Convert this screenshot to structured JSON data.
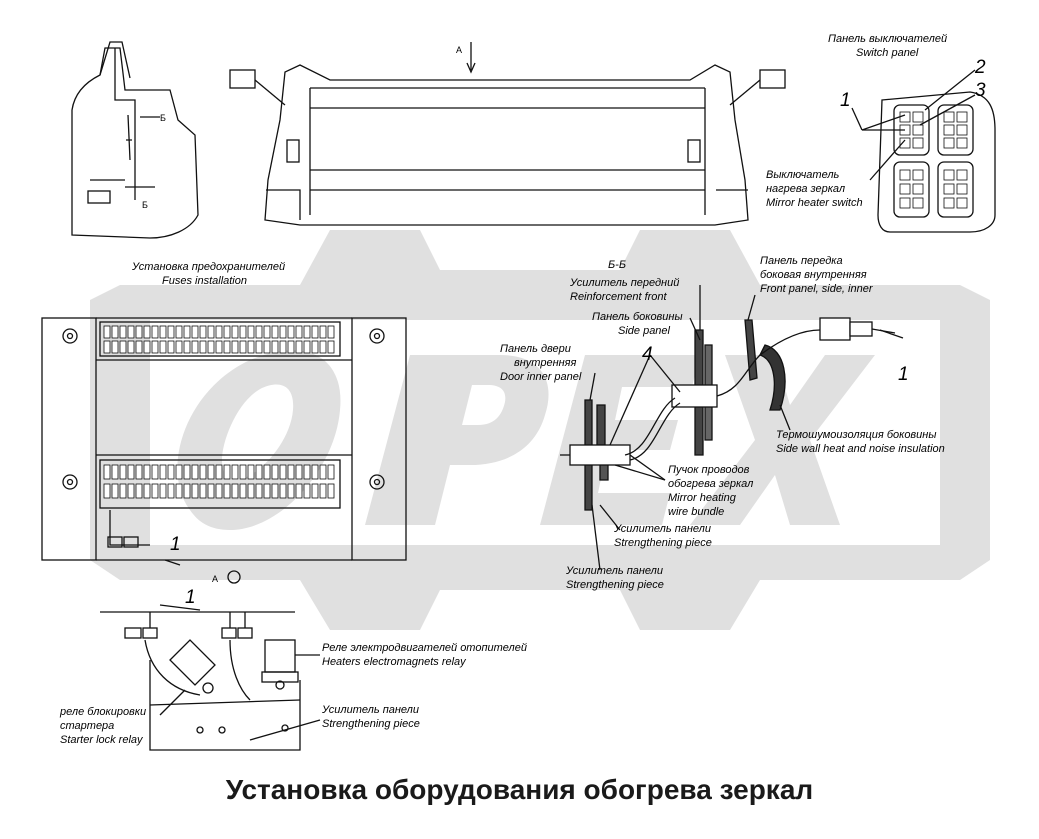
{
  "title": "Установка оборудования обогрева зеркал",
  "watermark": "OPEX",
  "colors": {
    "ink": "#111111",
    "watermark": "#d9d9d9",
    "background": "#ffffff"
  },
  "views": {
    "view_a_marker": "А",
    "section_b": "Б",
    "section_bb": "Б-Б",
    "view_a_detail": "А"
  },
  "switch_panel": {
    "label_ru": "Панель выключателей",
    "label_en": "Switch panel",
    "callout_1": "1",
    "callout_2": "2",
    "callout_3": "3",
    "switch_label_ru_1": "Выключатель",
    "switch_label_ru_2": "нагрева зеркал",
    "switch_label_en": "Mirror heater switch"
  },
  "fuses": {
    "label_ru": "Установка предохранителей",
    "label_en": "Fuses installation",
    "callout_1": "1"
  },
  "section": {
    "front_panel_ru_1": "Панель передка",
    "front_panel_ru_2": "боковая внутренняя",
    "front_panel_en": "Front panel, side, inner",
    "reinforcement_ru": "Усилитель передний",
    "reinforcement_en": "Reinforcement  front",
    "side_panel_ru": "Панель боковины",
    "side_panel_en": "Side panel",
    "door_panel_ru_1": "Панель двери",
    "door_panel_ru_2": "внутренняя",
    "door_panel_en": "Door inner panel",
    "callout_4": "4",
    "callout_1": "1",
    "insulation_ru": "Термошумоизоляция боковины",
    "insulation_en": "Side wall heat and noise insulation",
    "bundle_ru_1": "Пучок проводов",
    "bundle_ru_2": "обогрева зеркал",
    "bundle_en_1": "Mirror heating",
    "bundle_en_2": "wire bundle",
    "strength1_ru": "Усилитель панели",
    "strength1_en": "Strengthening piece",
    "strength2_ru": "Усилитель панели",
    "strength2_en": "Strengthening piece"
  },
  "relays": {
    "callout_1": "1",
    "heaters_relay_ru": "Реле электродвигателей отопителей",
    "heaters_relay_en": "Heaters electromagnets relay",
    "starter_ru_1": "реле блокировки",
    "starter_ru_2": "стартера",
    "starter_en": "Starter lock relay",
    "strength_ru": "Усилитель панели",
    "strength_en": "Strengthening piece"
  }
}
